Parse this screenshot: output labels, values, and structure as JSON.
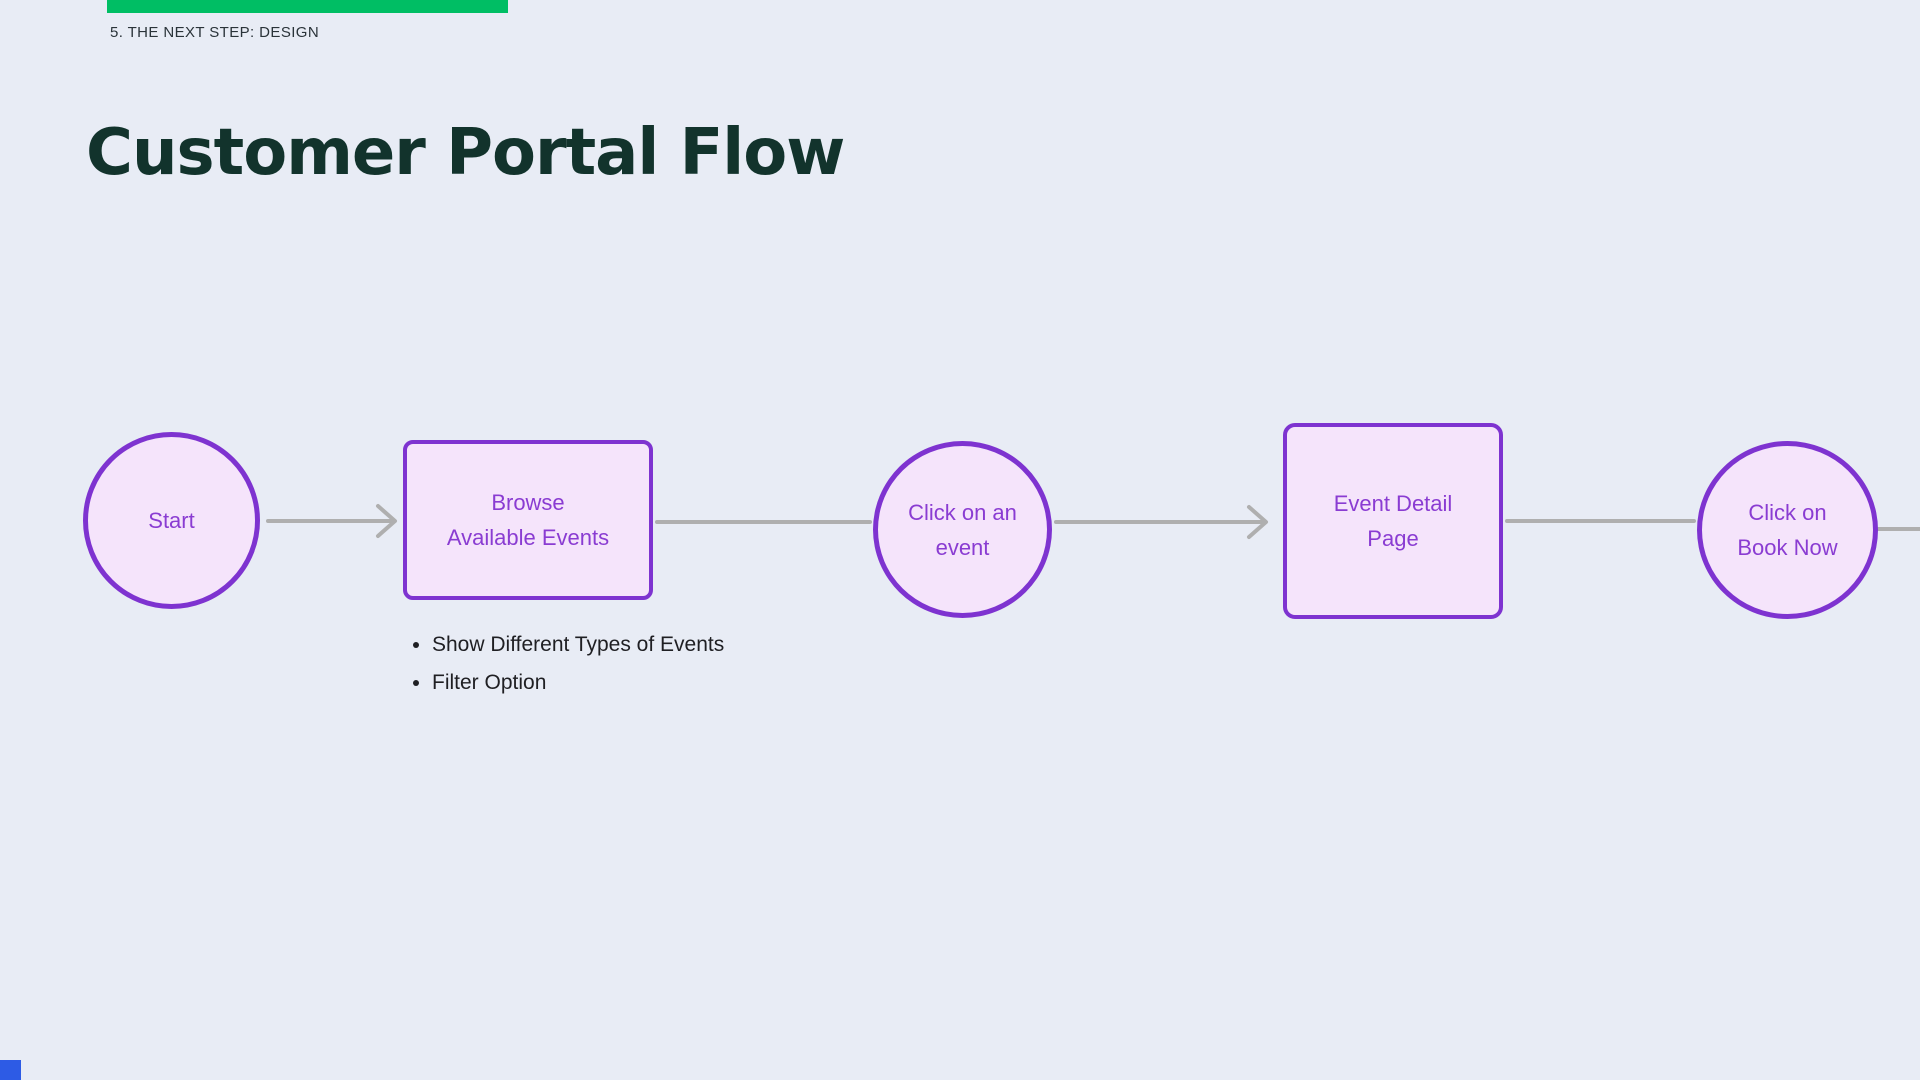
{
  "colors": {
    "bg": "#e8ecf5",
    "accent-border": "#7e33d0",
    "accent-text": "#8a3cd2",
    "node-fill": "#f5e4fb",
    "connector": "#afafaf",
    "title": "#12332c",
    "kicker": "#2a3339",
    "notes": "#1f1f23",
    "progress": "#00be64",
    "corner": "#2d5be5"
  },
  "header": {
    "kicker": "5. THE NEXT STEP: DESIGN",
    "title": "Customer Portal Flow"
  },
  "flow": {
    "nodes": [
      {
        "id": "start",
        "shape": "ellipse",
        "lines": [
          "Start"
        ]
      },
      {
        "id": "browse-events",
        "shape": "rectangle",
        "lines": [
          "Browse",
          "Available Events"
        ]
      },
      {
        "id": "click-event",
        "shape": "ellipse",
        "lines": [
          "Click on an",
          "event"
        ]
      },
      {
        "id": "event-detail",
        "shape": "rectangle",
        "lines": [
          "Event Detail",
          "Page"
        ]
      },
      {
        "id": "book-now",
        "shape": "ellipse",
        "lines": [
          "Click on",
          "Book Now"
        ]
      }
    ],
    "browse_notes": [
      "Show Different Types of Events",
      "Filter Option"
    ]
  }
}
